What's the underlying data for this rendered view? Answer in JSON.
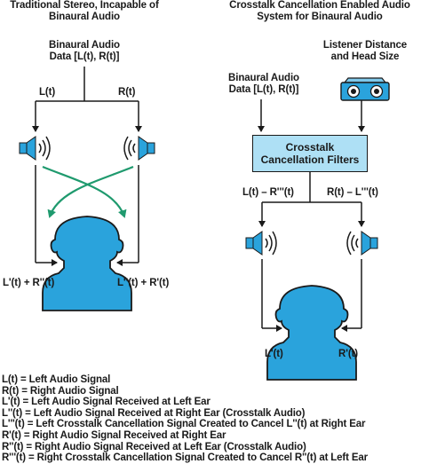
{
  "left_panel": {
    "title_line1": "Traditional Stereo, Incapable of",
    "title_line2": "Binaural Audio",
    "source_line1": "Binaural Audio",
    "source_line2": "Data [L(t), R(t)]",
    "left_channel": "L(t)",
    "right_channel": "R(t)",
    "left_ear": "L'(t) + R''(t)",
    "right_ear": "L''(t) + R'(t)"
  },
  "right_panel": {
    "title_line1": "Crosstalk Cancellation Enabled Audio",
    "title_line2": "System for Binaural Audio",
    "listener_line1": "Listener Distance",
    "listener_line2": "and Head Size",
    "source_line1": "Binaural Audio",
    "source_line2": "Data [L(t), R(t)]",
    "filter_line1": "Crosstalk",
    "filter_line2": "Cancellation Filters",
    "left_channel": "L(t) – R'''(t)",
    "right_channel": "R(t) – L'''(t)",
    "left_ear": "L'(t)",
    "right_ear": "R'(t)"
  },
  "legend": [
    "L(t) = Left Audio Signal",
    "R(t) = Right Audio Signal",
    "L'(t) = Left Audio Signal Received at Left Ear",
    "L''(t) = Left Audio Signal Received at Right Ear (Crosstalk Audio)",
    "L'''(t) = Left Crosstalk Cancellation Signal Created to Cancel L''(t) at Right Ear",
    "R'(t) = Right Audio Signal Received at Right Ear",
    "R''(t) = Right Audio Signal Received at Left Ear (Crosstalk Audio)",
    "R'''(t) = Right Crosstalk Cancellation Signal Created to Cancel R''(t) at Left Ear"
  ],
  "colors": {
    "speaker_blue": "#2aa3dc",
    "head_blue": "#2aa3dc",
    "crosstalk_green": "#1f9a6e",
    "filter_box": "#aee0f5",
    "sensor_blue": "#2aa3dc",
    "line": "#1a1a1a"
  },
  "icons": [
    "speaker-icon",
    "head-icon",
    "distance-sensor-icon",
    "crosstalk-arrow"
  ]
}
